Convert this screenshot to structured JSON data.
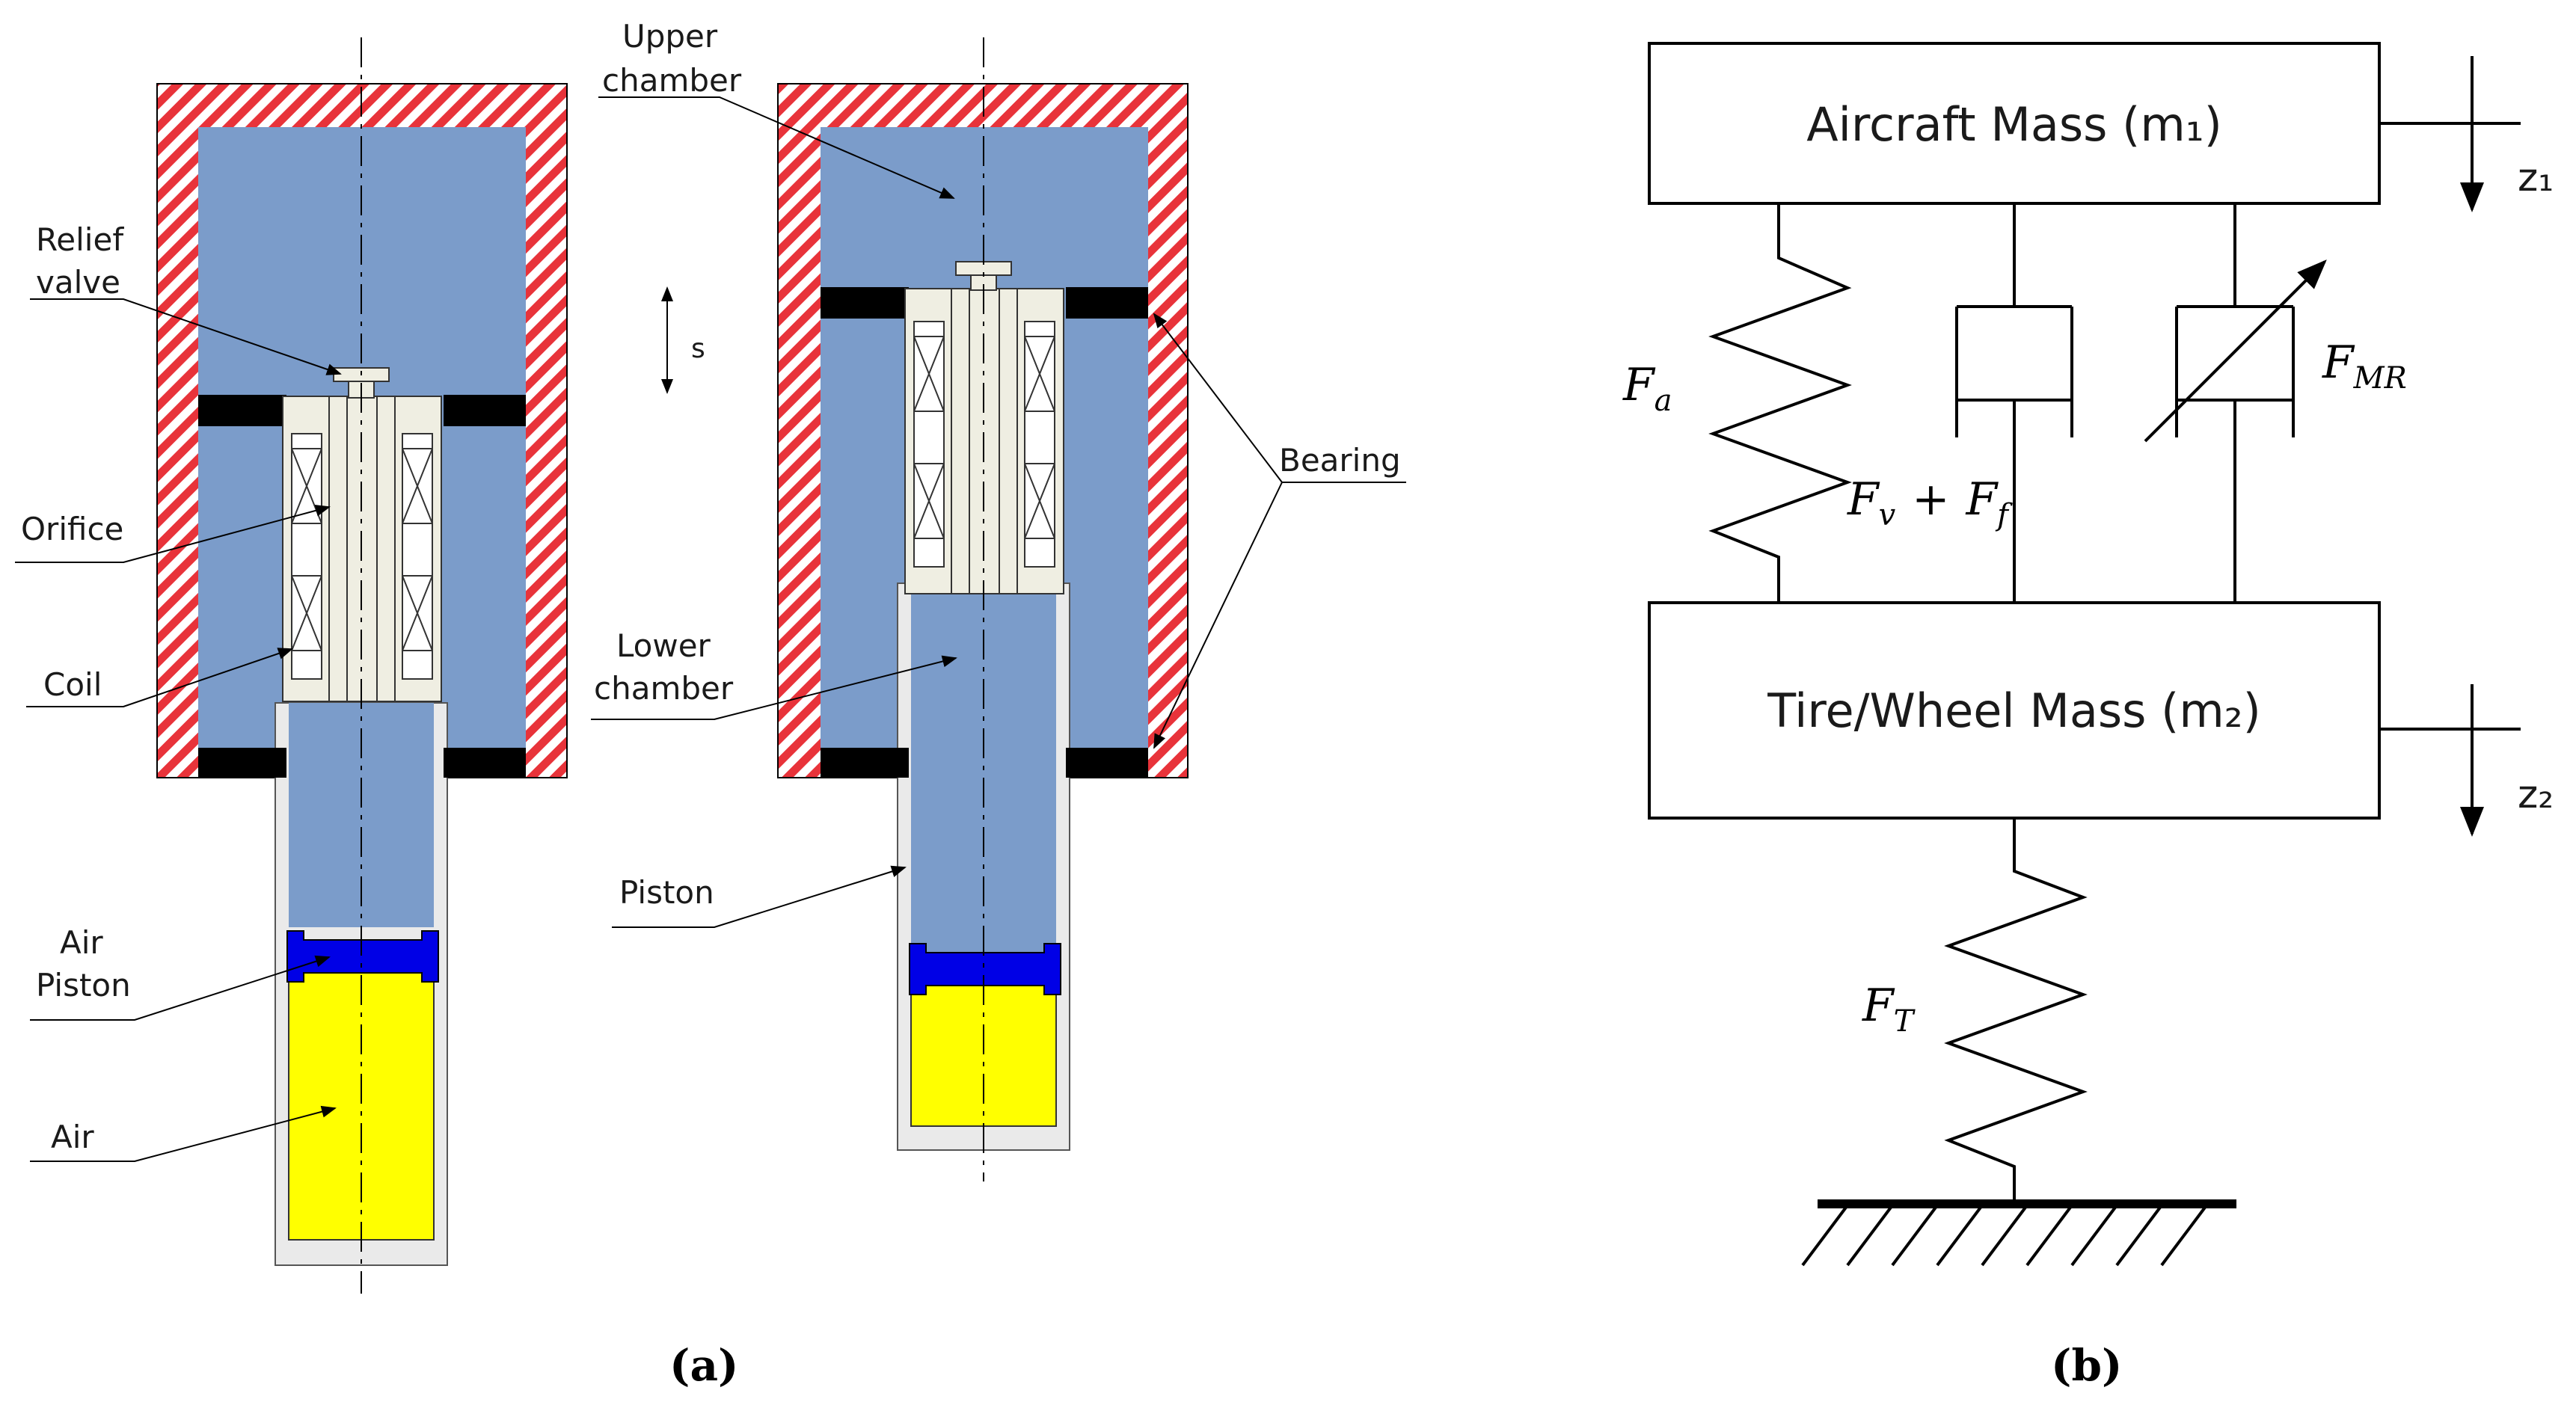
{
  "panel_a": {
    "labels": {
      "relief_valve_1": "Relief",
      "relief_valve_2": "valve",
      "orifice": "Orifice",
      "coil": "Coil",
      "air_piston_1": "Air",
      "air_piston_2": "Piston",
      "air": "Air",
      "upper_chamber_1": "Upper",
      "upper_chamber_2": "chamber",
      "stroke": "s",
      "bearing": "Bearing",
      "lower_chamber_1": "Lower",
      "lower_chamber_2": "chamber",
      "piston": "Piston"
    },
    "caption": "(a)"
  },
  "panel_b": {
    "aircraft_mass": "Aircraft Mass (m₁)",
    "tire_wheel_mass": "Tire/Wheel Mass (m₂)",
    "z1": "z₁",
    "z2": "z₂",
    "Fa": "a",
    "Fv_Ff_v": "v",
    "Fv_Ff_plus": "+",
    "Fv_Ff_f": "f",
    "FMR": "MR",
    "FT": "T",
    "F": "F",
    "caption": "(b)"
  },
  "colors": {
    "hydraulic_fluid": "#7b9cca",
    "air": "#ffff00",
    "air_piston": "#0000e6",
    "housing_hatch": "#e8333a",
    "bearing": "#000000",
    "coil_body": "#efeee2"
  }
}
